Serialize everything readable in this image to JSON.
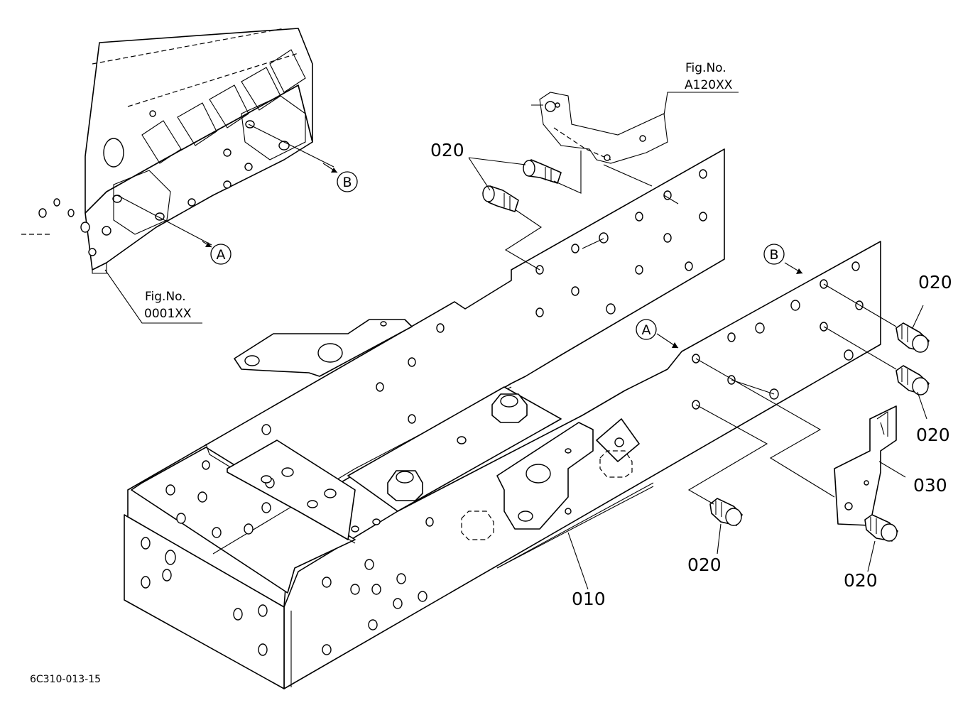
{
  "diagram": {
    "part_labels": {
      "p020_top": "020",
      "p020_right_upper": "020",
      "p020_right_mid": "020",
      "p020_bottom_mid": "020",
      "p020_bottom_right": "020",
      "p030": "030",
      "p010": "010"
    },
    "fig_refs": {
      "top": {
        "line1": "Fig.No.",
        "line2": "A120XX"
      },
      "left": {
        "line1": "Fig.No.",
        "line2": "0001XX"
      }
    },
    "callouts": {
      "a_left": "A",
      "b_left": "B",
      "a_right": "A",
      "b_right": "B"
    },
    "drawing_code": "6C310-013-15"
  }
}
